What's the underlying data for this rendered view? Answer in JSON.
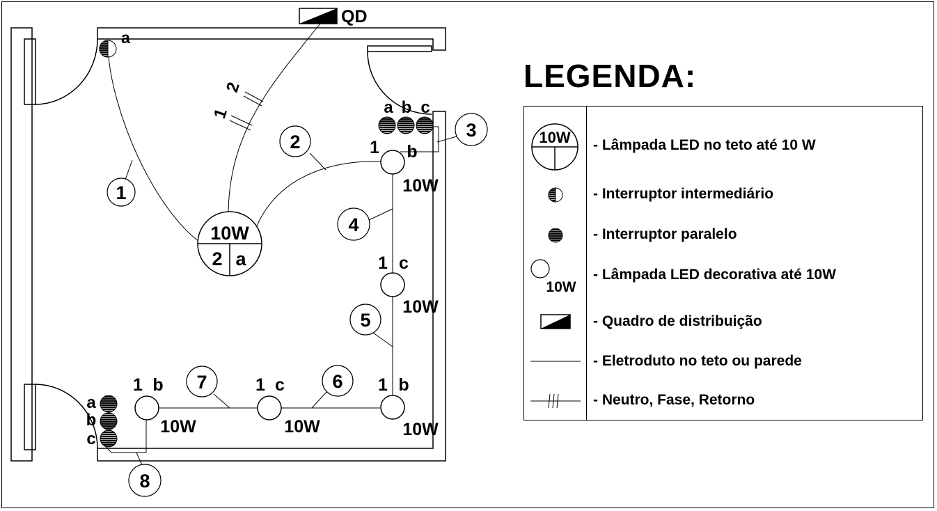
{
  "panel": {
    "label": "QD"
  },
  "ceiling_lamp": {
    "power": "10W",
    "circuit": "2",
    "switch": "a"
  },
  "circuits": [
    "1",
    "2",
    "3",
    "4",
    "5",
    "6",
    "7",
    "8"
  ],
  "conductors": {
    "neutral": "1",
    "phase": "2"
  },
  "switch_top_left": {
    "label": "a"
  },
  "switch_top_right": {
    "labels": [
      "a",
      "b",
      "c"
    ]
  },
  "switch_bottom_left": {
    "labels": [
      "a",
      "b",
      "c"
    ]
  },
  "decorative_lamps": [
    {
      "circuit": "1",
      "switch": "b",
      "power": "10W"
    },
    {
      "circuit": "1",
      "switch": "c",
      "power": "10W"
    },
    {
      "circuit": "1",
      "switch": "b",
      "power": "10W"
    },
    {
      "circuit": "1",
      "switch": "c",
      "power": "10W"
    },
    {
      "circuit": "1",
      "switch": "b",
      "power": "10W"
    }
  ],
  "legend": {
    "title": "LEGENDA:",
    "lamp_symbol_label": "10W",
    "decor_symbol_label": "10W",
    "items": [
      "- Lâmpada LED no teto até 10 W",
      "- Interruptor intermediário",
      "- Interruptor paralelo",
      "- Lâmpada LED decorativa até 10W",
      "- Quadro de distribuição",
      "- Eletroduto no teto ou parede",
      "- Neutro, Fase, Retorno"
    ]
  }
}
